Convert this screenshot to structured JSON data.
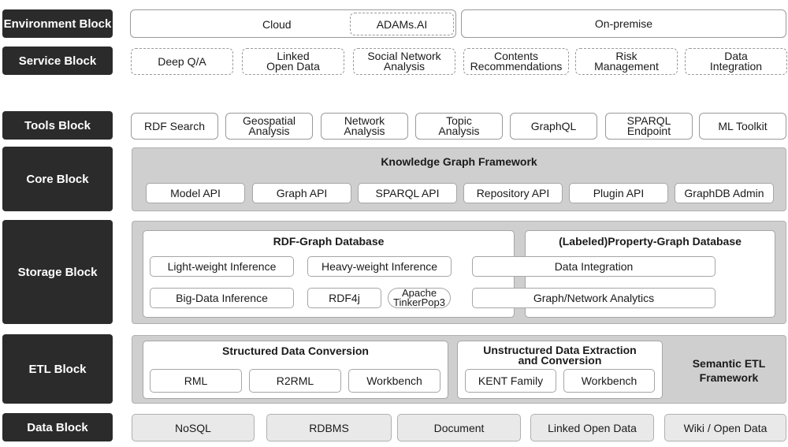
{
  "layers": {
    "environment": "Environment Block",
    "service": "Service Block",
    "tools": "Tools Block",
    "core": "Core Block",
    "storage": "Storage Block",
    "etl": "ETL Block",
    "data": "Data Block"
  },
  "environment": {
    "cloud": "Cloud",
    "adams": "ADAMs.AI",
    "on_premise": "On-premise"
  },
  "service": {
    "items": [
      {
        "line1": "Deep  Q/A",
        "line2": ""
      },
      {
        "line1": "Linked",
        "line2": "Open Data"
      },
      {
        "line1": "Social Network",
        "line2": "Analysis"
      },
      {
        "line1": "Contents",
        "line2": "Recommendations"
      },
      {
        "line1": "Risk",
        "line2": "Management"
      },
      {
        "line1": "Data",
        "line2": "Integration"
      }
    ]
  },
  "tools": {
    "items": [
      {
        "line1": "RDF Search",
        "line2": ""
      },
      {
        "line1": "Geospatial",
        "line2": "Analysis"
      },
      {
        "line1": "Network",
        "line2": "Analysis"
      },
      {
        "line1": "Topic",
        "line2": "Analysis"
      },
      {
        "line1": "GraphQL",
        "line2": ""
      },
      {
        "line1": "SPARQL",
        "line2": "Endpoint"
      },
      {
        "line1": "ML Toolkit",
        "line2": ""
      }
    ]
  },
  "core": {
    "title": "Knowledge Graph Framework",
    "apis": [
      "Model API",
      "Graph API",
      "SPARQL API",
      "Repository API",
      "Plugin API",
      "GraphDB Admin"
    ]
  },
  "storage": {
    "rdf_title": "RDF-Graph Database",
    "light": "Light-weight Inference",
    "heavy": "Heavy-weight Inference",
    "bigdata": "Big-Data Inference",
    "rdf4j": "RDF4j",
    "tinkerpop_line1": "Apache",
    "tinkerpop_line2": "TinkerPop3",
    "pg_title": "(Labeled)Property-Graph Database",
    "data_integration": "Data Integration",
    "graph_analytics": "Graph/Network Analytics"
  },
  "etl": {
    "structured_title": "Structured Data Conversion",
    "rml": "RML",
    "r2rml": "R2RML",
    "workbench1": "Workbench",
    "unstructured_line1": "Unstructured Data Extraction",
    "unstructured_line2": "and Conversion",
    "kent": "KENT Family",
    "workbench2": "Workbench",
    "semantic_line1": "Semantic ETL",
    "semantic_line2": "Framework"
  },
  "data": {
    "items": [
      "NoSQL",
      "RDBMS",
      "Document",
      "Linked Open Data",
      "Wiki / Open Data"
    ]
  }
}
